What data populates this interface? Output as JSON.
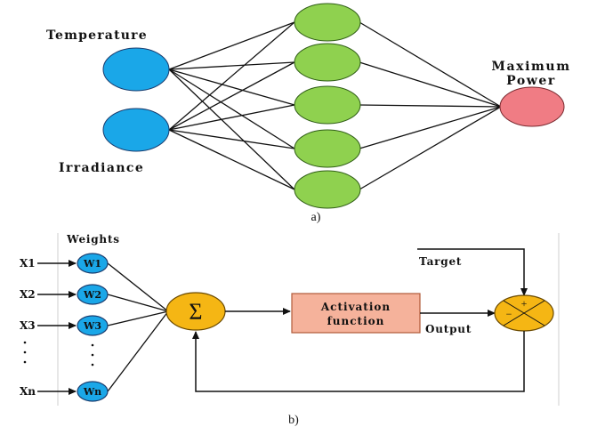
{
  "panel_a": {
    "caption": "a)",
    "inputs": [
      "Temperature",
      "Irradiance"
    ],
    "output_line1": "Maximum",
    "output_line2": "Power",
    "colors": {
      "input": "#1aa7e8",
      "hidden": "#8fd14f",
      "output": "#f07c84"
    }
  },
  "panel_b": {
    "caption": "b)",
    "weights_title": "Weights",
    "inputs": [
      "X1",
      "X2",
      "X3",
      "Xn"
    ],
    "weights": [
      "W1",
      "W2",
      "W3",
      "Wn"
    ],
    "sum_symbol": "Σ",
    "activation_line1": "Activation",
    "activation_line2": "function",
    "target_label": "Target",
    "output_label": "Output",
    "comparator_plus": "+",
    "comparator_minus": "−",
    "colors": {
      "weight": "#1aa7e8",
      "sum": "#f5b614",
      "activation": "#f5b29b",
      "comparator": "#f5b614"
    }
  }
}
